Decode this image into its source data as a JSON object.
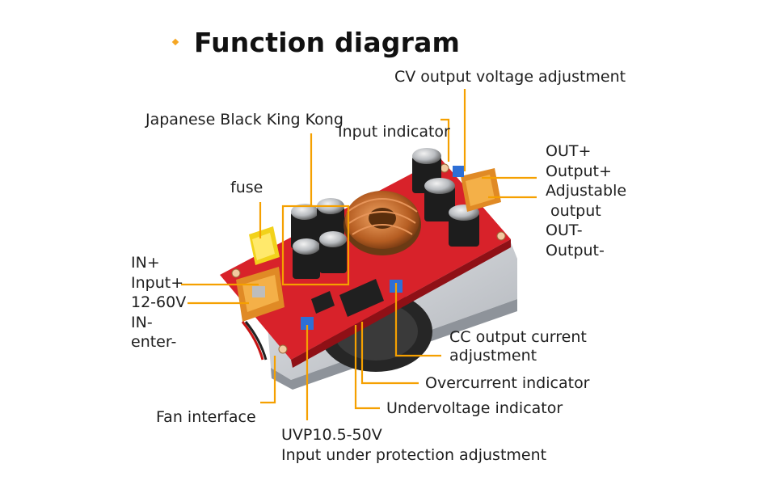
{
  "title": "Function diagram",
  "colors": {
    "leader": "#f5a000",
    "pcb": "#d8222a",
    "heatsink": "#c9ccd1"
  },
  "labels": {
    "cv_adjust": "CV output voltage adjustment",
    "japanese_cap": "Japanese Black King Kong",
    "input_indicator": "Input indicator",
    "fuse": "fuse",
    "output": [
      "OUT+",
      "Output+",
      "Adjustable",
      " output",
      "OUT-",
      "Output-"
    ],
    "input": [
      "IN+",
      "Input+",
      "12-60V",
      "IN-",
      "enter-"
    ],
    "cc_adjust": [
      "CC output current",
      "adjustment"
    ],
    "overcurrent": "Overcurrent indicator",
    "undervoltage": "Undervoltage indicator",
    "fan": "Fan interface",
    "uvp": [
      "UVP10.5-50V",
      "Input under protection adjustment"
    ]
  }
}
